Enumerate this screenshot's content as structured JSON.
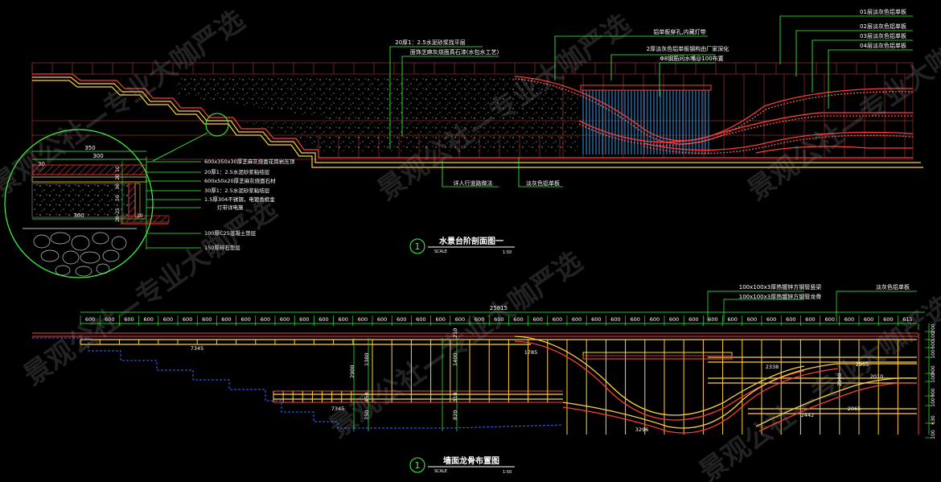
{
  "section_view": {
    "title": "水景台阶剖面图一",
    "number": "1",
    "scale_label": "SCALE",
    "scale_value": "1:50",
    "callouts_top": {
      "c1": "20厚1：2.5水泥砂浆找平层",
      "c2": "面饰芝麻灰烧面真石漆(水包水工艺)",
      "c3": "铝单板穿孔,内藏灯带",
      "c4": "2厚淡灰色铝单板钢构由厂家深化",
      "c5": "Φ8钢筋间水嘴@100布置"
    },
    "callouts_right": [
      "01层淡灰色铝单板",
      "02层淡灰色铝单板",
      "03层淡灰色铝单板",
      "04层淡灰色铝单板"
    ],
    "callouts_bottom": [
      "详人行道路做法",
      "淡灰色铝单板"
    ]
  },
  "detail": {
    "dim_350": "350",
    "dim_300": "300",
    "dim_30": "30",
    "dim_300b": "300",
    "dim_20": "20",
    "vert_dims": [
      "10",
      "20",
      "30",
      "50",
      "25",
      "20"
    ],
    "layers": [
      "600x350x30厚芝麻灰烧面花岗岩压顶",
      "20厚1：2.5水泥砂浆粘结层",
      "600x50x20厚芝麻灰烧面石材",
      "30厚1：2.5水泥砂浆粘结层",
      "1.5厚304不锈钢，电镀香槟金",
      "灯带详电施",
      "100厚C25混凝土垫层",
      "150厚碎石垫层"
    ]
  },
  "keel_plan": {
    "title": "墙面龙骨布置图",
    "number": "1",
    "scale_label": "SCALE",
    "scale_value": "1:50",
    "total_dim": "25815",
    "segment": "600",
    "last_segment": "615",
    "callouts": [
      "100x100x3厚热镀锌方钢管竖梁",
      "100x100x3厚热镀锌方钢管龙骨",
      "淡灰色铝单板"
    ],
    "dims_inner": [
      "7345",
      "7345",
      "1380",
      "2900",
      "1400",
      "750",
      "820",
      "450",
      "310",
      "210",
      "2965",
      "2010",
      "2065",
      "2900",
      "2442",
      "3296",
      "1785",
      "2338"
    ],
    "dims_right": [
      "200",
      "100",
      "600",
      "100",
      "900",
      "100",
      "900",
      "100",
      "630",
      "100"
    ]
  },
  "watermark": "景观公社—专业大咖严选"
}
